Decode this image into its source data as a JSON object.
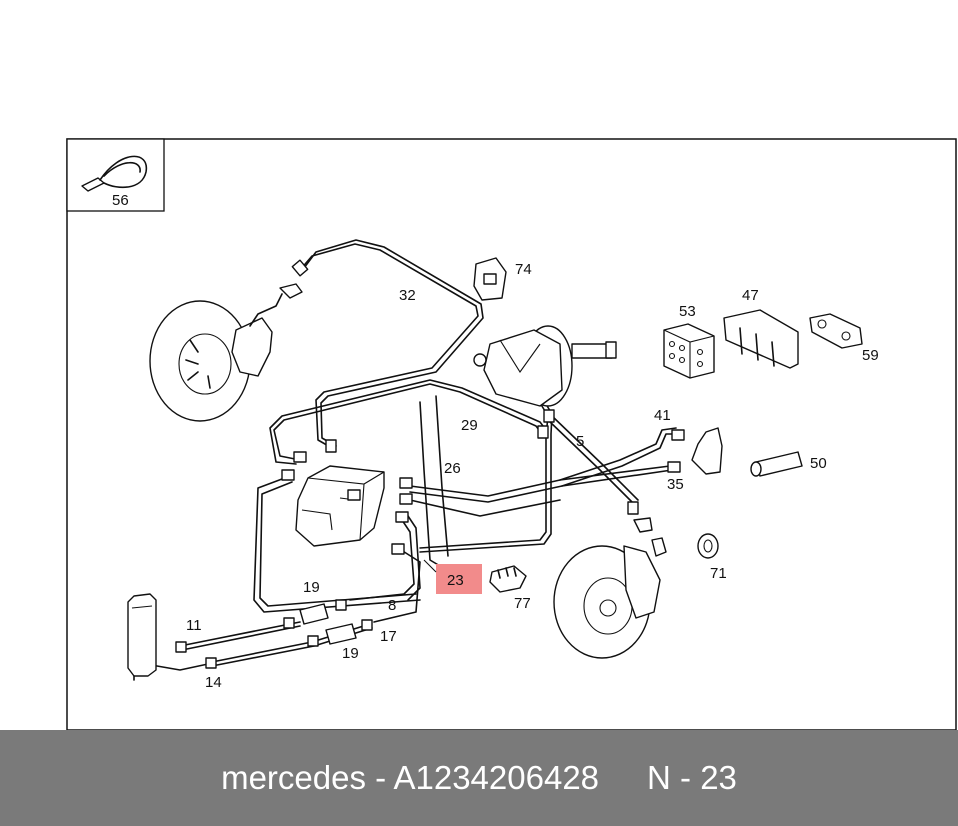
{
  "diagram": {
    "callouts": {
      "c56": "56",
      "c74": "74",
      "c32": "32",
      "c53": "53",
      "c47": "47",
      "c59": "59",
      "c41": "41",
      "c29": "29",
      "c5": "5",
      "c26": "26",
      "c50": "50",
      "c35": "35",
      "c23": "23",
      "c77": "77",
      "c71": "71",
      "c19a": "19",
      "c8": "8",
      "c11": "11",
      "c17": "17",
      "c19b": "19",
      "c14": "14"
    },
    "highlight_color": "#f28b8b"
  },
  "footer": {
    "brand_code": "mercedes - A1234206428",
    "position": "N - 23"
  }
}
